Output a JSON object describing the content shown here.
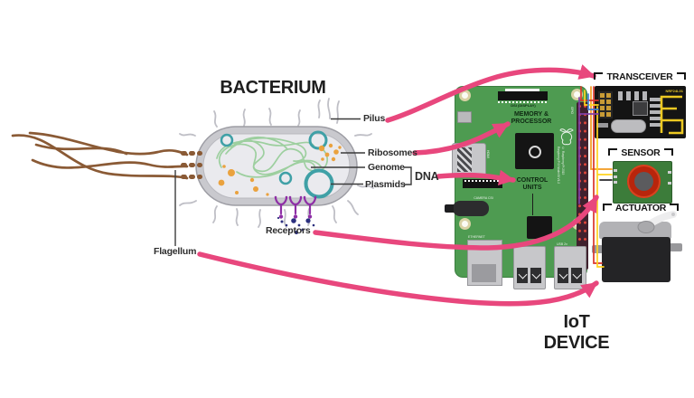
{
  "titles": {
    "bacterium": "BACTERIUM",
    "iot": "IoT DEVICE"
  },
  "bacterium": {
    "labels": {
      "pilus": "Pilus",
      "ribosomes": "Ribosomes",
      "genome": "Genome",
      "plasmids": "Plasmids",
      "dna": "DNA",
      "receptors": "Receptors",
      "flagellum": "Flagellum"
    }
  },
  "iot": {
    "modules": {
      "transceiver": "TRANSCEIVER",
      "sensor": "SENSOR",
      "actuator": "ACTUATOR"
    },
    "transceiver_chip": "NRF24L01",
    "board": {
      "memory1": "MEMORY &",
      "memory2": "PROCESSOR",
      "control1": "CONTROL",
      "control2": "UNITS",
      "dsi": "DSI (DISPLAY)",
      "hdmi": "HDMI",
      "camera": "CAMERA CSI",
      "ethernet": "ETHERNET",
      "usb_left": "USB 2x",
      "usb_right": "USB 2x",
      "gpio": "GPIO",
      "model": "Raspberry Pi 3 Model B V1.2",
      "copyright": "© Raspberry Pi 2015"
    }
  },
  "mappings": [
    {
      "from": "Pilus",
      "to": "TRANSCEIVER"
    },
    {
      "from": "Ribosomes",
      "to": "MEMORY & PROCESSOR"
    },
    {
      "from": "Genome + Plasmids (DNA)",
      "to": "CONTROL UNITS"
    },
    {
      "from": "Receptors",
      "to": "SENSOR"
    },
    {
      "from": "Flagellum",
      "to": "ACTUATOR"
    }
  ],
  "colors": {
    "arrow_pink": "#e8477d",
    "board_green": "#4e9b51",
    "sensor_green": "#3c7c3a",
    "plasmid_teal": "#3fa0a6",
    "ribosome_orange": "#eaa23e",
    "receptor_purple": "#8e2fa6",
    "flagella_brown": "#8a5a35",
    "antenna_yellow": "#ecc822"
  }
}
